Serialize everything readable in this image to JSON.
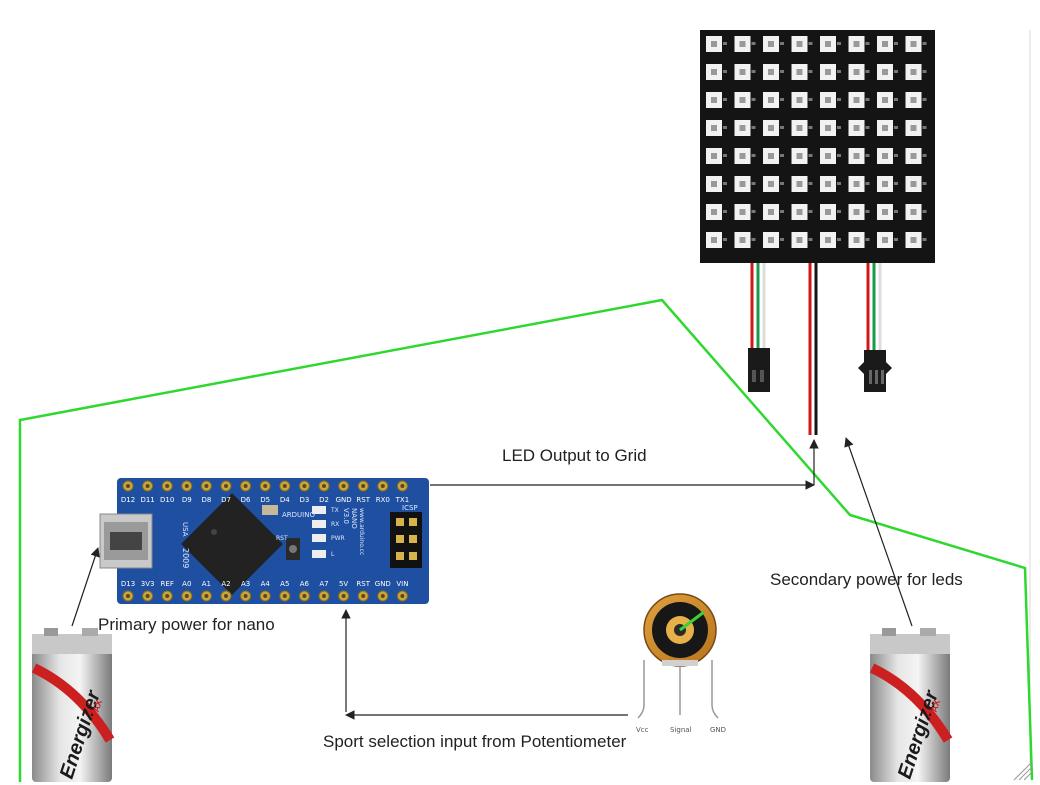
{
  "labels": {
    "led_output": "LED Output to Grid",
    "secondary_power": "Secondary power for leds",
    "primary_power": "Primary power for nano",
    "sport_selection": "Sport selection input from Potentiometer"
  },
  "potentiometer_pins": [
    "Vcc",
    "Signal",
    "GND"
  ],
  "battery_brand": "Energizer",
  "battery_sub": "MAX",
  "board": {
    "top_pins": [
      "D12",
      "D11",
      "D10",
      "D9",
      "D8",
      "D7",
      "D6",
      "D5",
      "D4",
      "D3",
      "D2",
      "GND",
      "RST",
      "RX0",
      "TX1"
    ],
    "bottom_pins": [
      "D13",
      "3V3",
      "REF",
      "A0",
      "A1",
      "A2",
      "A3",
      "A4",
      "A5",
      "A6",
      "A7",
      "5V",
      "RST",
      "GND",
      "VIN"
    ],
    "silk_usa": "USA",
    "silk_year": "2009",
    "silk_name": "ARDUINO",
    "silk_model": "NANO",
    "silk_version": "V3.0",
    "silk_url": "www.arduino.cc",
    "silk_icsp": "ICSP",
    "silk_tx": "TX",
    "silk_rx": "RX",
    "silk_pwr": "PWR",
    "silk_l": "L",
    "silk_rst": "RST"
  },
  "colors": {
    "boundary": "#2ed82e",
    "board_blue": "#1f4fa0",
    "matrix_black": "#141414",
    "wire_red": "#d01818",
    "wire_green": "#1a9a4a",
    "battery_red": "#cc1f1f"
  }
}
